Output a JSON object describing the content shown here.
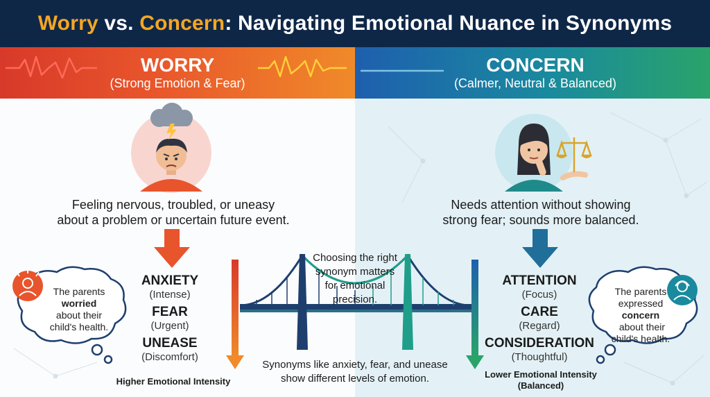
{
  "title": {
    "word1": "Worry",
    "vs": " vs. ",
    "word2": "Concern",
    "rest": ": Navigating Emotional Nuance in Synonyms"
  },
  "colors": {
    "title_bg": "#0f2747",
    "title_highlight": "#f5a623",
    "worry_accent": "#e24a2b",
    "concern_accent": "#1c7a9c",
    "bridge_navy": "#1e3f6e",
    "bridge_teal": "#1f9e8a"
  },
  "worry": {
    "heading": "WORRY",
    "subheading": "(Strong Emotion & Fear)",
    "definition_line1": "Feeling nervous, troubled, or uneasy",
    "definition_line2": "about a problem or uncertain future event.",
    "icon": "worried-person-storm-cloud-icon",
    "words": [
      {
        "word": "ANXIETY",
        "note": "(Intense)"
      },
      {
        "word": "FEAR",
        "note": "(Urgent)"
      },
      {
        "word": "UNEASE",
        "note": "(Discomfort)"
      }
    ],
    "example": {
      "line1": "The parents",
      "line2": "worried",
      "line3": "about their",
      "line4": "child's health."
    },
    "intensity_label": "Higher Emotional Intensity"
  },
  "concern": {
    "heading": "CONCERN",
    "subheading": "(Calmer, Neutral & Balanced)",
    "definition_line1": "Needs attention without showing",
    "definition_line2": "strong fear; sounds more balanced.",
    "icon": "calm-person-balance-scale-icon",
    "words": [
      {
        "word": "ATTENTION",
        "note": "(Focus)"
      },
      {
        "word": "CARE",
        "note": "(Regard)"
      },
      {
        "word": "CONSIDERATION",
        "note": "(Thoughtful)"
      }
    ],
    "example": {
      "line1": "The parents",
      "line2": "expressed",
      "line3a": "concern",
      "line3b": " about their",
      "line4": "child's health."
    },
    "intensity_line1": "Lower Emotional Intensity",
    "intensity_line2": "(Balanced)"
  },
  "bridge": {
    "note_line1": "Choosing the right",
    "note_line2": "synonym matters",
    "note_line3": "for emotional",
    "note_line4": "precision.",
    "bottom_line1": "Synonyms like anxiety, fear, and unease",
    "bottom_line2": "show different levels of emotion."
  }
}
